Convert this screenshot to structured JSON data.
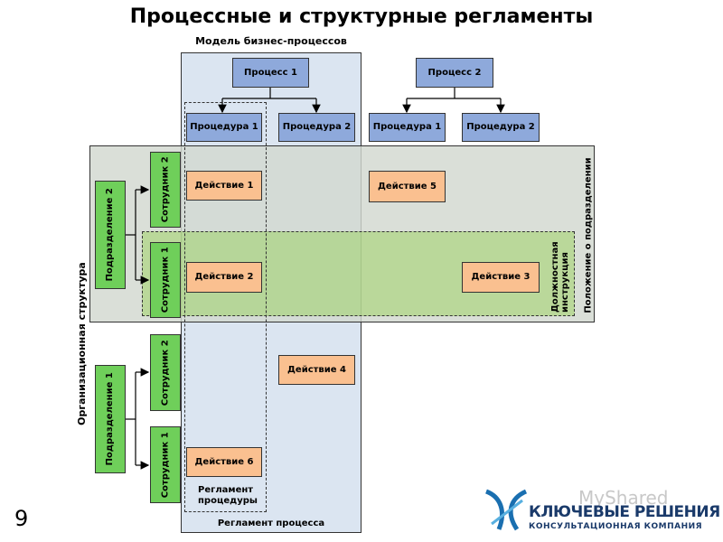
{
  "title": "Процессные и структурные регламенты",
  "model_label": "Модель бизнес-процессов",
  "org_structure_label": "Организационная структура",
  "dept_regulation_label": "Положение о подразделении",
  "job_instruction_label": "Должностная инструкция",
  "procedure_regulation_label": "Регламент процедуры",
  "process_regulation_label": "Регламент процесса",
  "processes": [
    "Процесс 1",
    "Процесс 2"
  ],
  "procedures": [
    "Процедура 1",
    "Процедура 2",
    "Процедура 1",
    "Процедура 2"
  ],
  "actions": [
    "Действие 1",
    "Действие 2",
    "Действие 3",
    "Действие 4",
    "Действие 5",
    "Действие 6"
  ],
  "departments": [
    "Подразделение 2",
    "Подразделение 1"
  ],
  "employees": [
    "Сотрудник 2",
    "Сотрудник 1",
    "Сотрудник 2",
    "Сотрудник 1"
  ],
  "page_number": "9",
  "logo": {
    "name": "КЛЮЧЕВЫЕ РЕШЕНИЯ",
    "subtitle": "КОНСУЛЬТАЦИОННАЯ КОМПАНИЯ",
    "watermark": "MyShared"
  },
  "colors": {
    "process": "#8ea9db",
    "action": "#fac090",
    "org": "#6fcf5a",
    "model_region": "#dbe5f1"
  }
}
